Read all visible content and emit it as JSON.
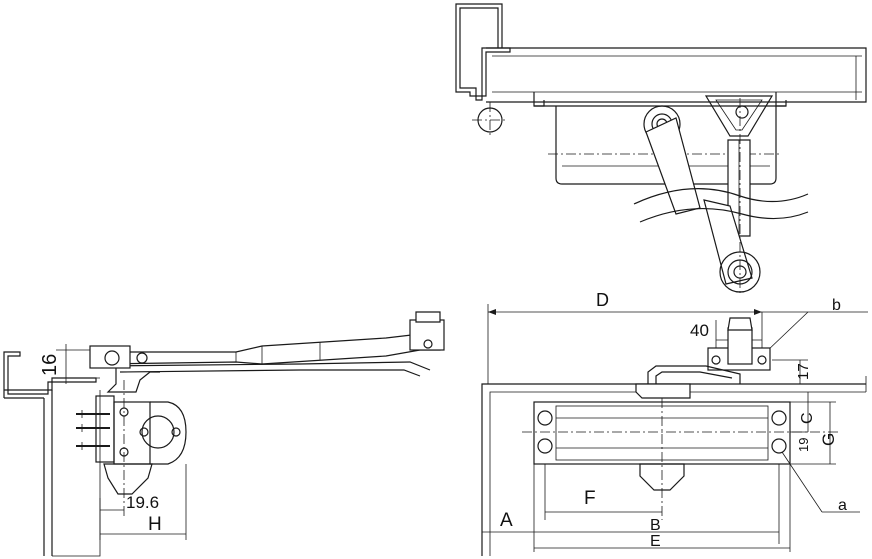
{
  "labels": {
    "D": "D",
    "b": "b",
    "d40": "40",
    "d17": "17",
    "C": "C",
    "d19": "19",
    "G": "G",
    "F": "F",
    "A": "A",
    "B": "B",
    "E": "E",
    "a": "a",
    "d16": "16",
    "d19_6": "19.6",
    "H": "H"
  }
}
